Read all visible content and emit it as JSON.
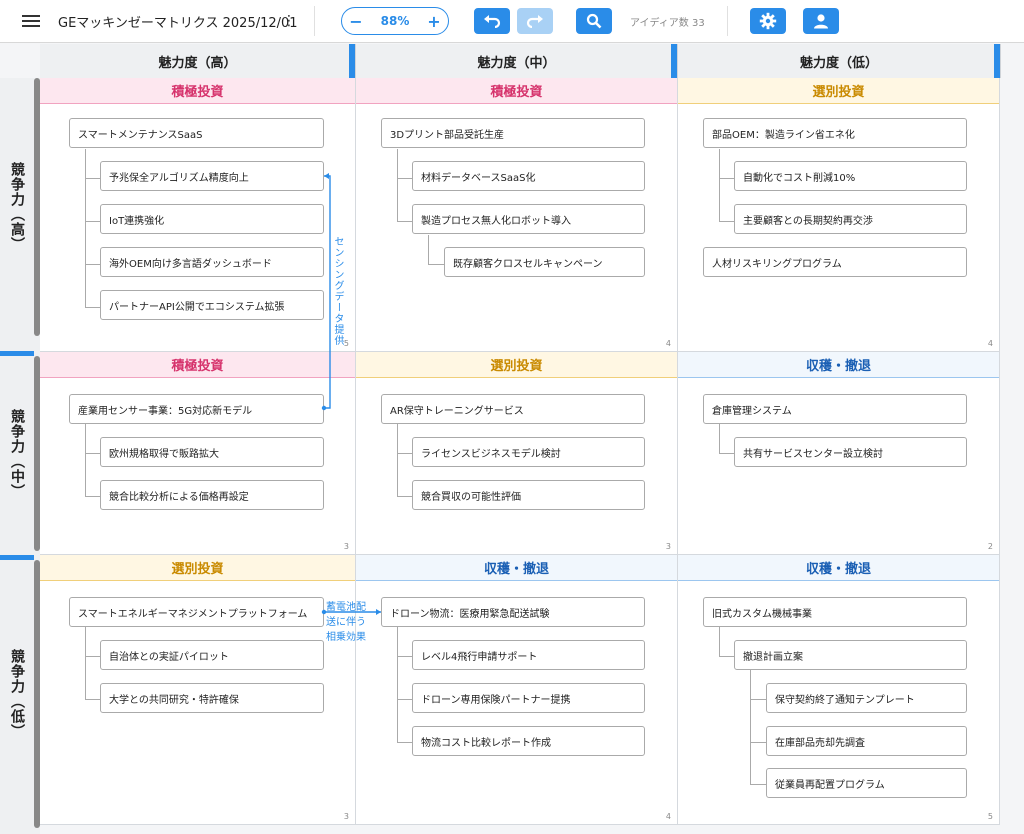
{
  "toolbar": {
    "title": "GEマッキンゼーマトリクス 2025/12/01",
    "more": "⋮",
    "zoom_minus": "−",
    "zoom_value": "88%",
    "zoom_plus": "+",
    "idea_count": "アイディア数 33"
  },
  "columns": [
    "魅力度（高）",
    "魅力度（中）",
    "魅力度（低）"
  ],
  "rows": [
    "競争力（高）",
    "競争力（中）",
    "競争力（低）"
  ],
  "cells": {
    "r0c0": {
      "strategy": "積極投資",
      "count": "5",
      "nodes": [
        "スマートメンテナンスSaaS",
        "予兆保全アルゴリズム精度向上",
        "IoT連携強化",
        "海外OEM向け多言語ダッシュボード",
        "パートナーAPI公開でエコシステム拡張"
      ]
    },
    "r0c1": {
      "strategy": "積極投資",
      "count": "4",
      "nodes": [
        "3Dプリント部品受託生産",
        "材料データベースSaaS化",
        "製造プロセス無人化ロボット導入",
        "既存顧客クロスセルキャンペーン"
      ]
    },
    "r0c2": {
      "strategy": "選別投資",
      "count": "4",
      "nodes": [
        "部品OEM：製造ライン省エネ化",
        "自動化でコスト削減10%",
        "主要顧客との長期契約再交渉",
        "人材リスキリングプログラム"
      ]
    },
    "r1c0": {
      "strategy": "積極投資",
      "count": "3",
      "nodes": [
        "産業用センサー事業：5G対応新モデル",
        "欧州規格取得で販路拡大",
        "競合比較分析による価格再設定"
      ]
    },
    "r1c1": {
      "strategy": "選別投資",
      "count": "3",
      "nodes": [
        "AR保守トレーニングサービス",
        "ライセンスビジネスモデル検討",
        "競合買収の可能性評価"
      ]
    },
    "r1c2": {
      "strategy": "収穫・撤退",
      "count": "2",
      "nodes": [
        "倉庫管理システム",
        "共有サービスセンター設立検討"
      ]
    },
    "r2c0": {
      "strategy": "選別投資",
      "count": "3",
      "nodes": [
        "スマートエネルギーマネジメントプラットフォーム",
        "自治体との実証パイロット",
        "大学との共同研究・特許確保"
      ]
    },
    "r2c1": {
      "strategy": "収穫・撤退",
      "count": "4",
      "nodes": [
        "ドローン物流：医療用緊急配送試験",
        "レベル4飛行申請サポート",
        "ドローン専用保険パートナー提携",
        "物流コスト比較レポート作成"
      ]
    },
    "r2c2": {
      "strategy": "収穫・撤退",
      "count": "5",
      "nodes": [
        "旧式カスタム機械事業",
        "撤退計画立案",
        "保守契約終了通知テンプレート",
        "在庫部品売却先調査",
        "従業員再配置プログラム"
      ]
    }
  },
  "links": {
    "sensing": "センシングデータ提供",
    "battery": [
      "蓄電池配",
      "送に伴う",
      "相乗効果"
    ]
  },
  "colors": {
    "accent": "#2a8ce8",
    "invest": "#d6336c",
    "select": "#c98a00",
    "harvest": "#1a5fb4"
  }
}
